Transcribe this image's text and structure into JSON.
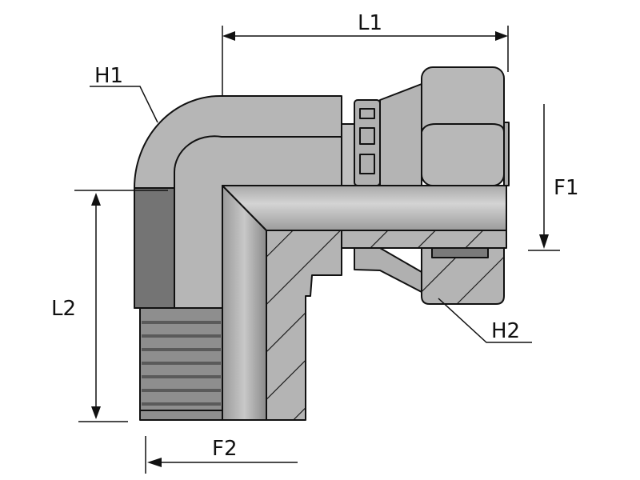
{
  "title": "90° elbow fitting with swivel nut – dimension diagram",
  "labels": {
    "L1": "L1",
    "L2": "L2",
    "F1": "F1",
    "F2": "F2",
    "H1": "H1",
    "H2": "H2"
  },
  "colors": {
    "body": "#b8b8b8",
    "dark": "#767676",
    "light": "#d0d0d0",
    "outline": "#111111"
  }
}
